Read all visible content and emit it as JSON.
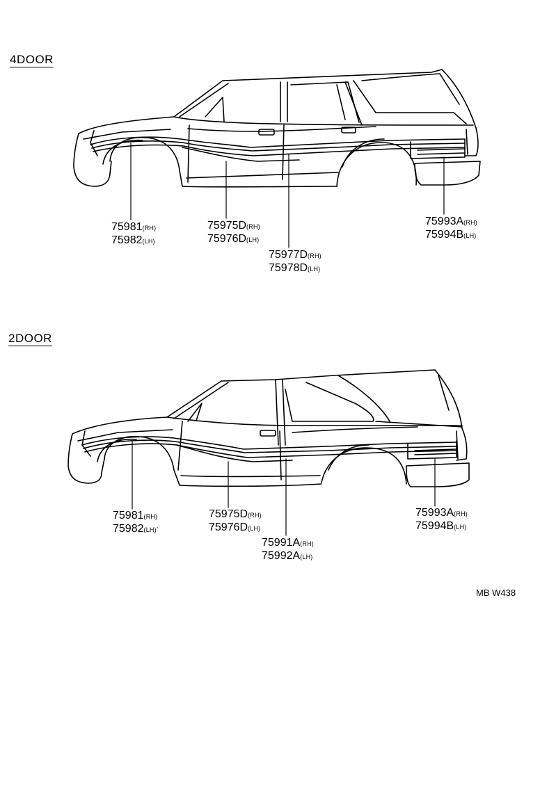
{
  "sections": {
    "four_door": {
      "title": "4DOOR",
      "callouts": [
        {
          "lines": [
            {
              "part": "75981",
              "side": "(RH)"
            },
            {
              "part": "75982",
              "side": "(LH)"
            }
          ]
        },
        {
          "lines": [
            {
              "part": "75975D",
              "side": "(RH)"
            },
            {
              "part": "75976D",
              "side": "(LH)"
            }
          ]
        },
        {
          "lines": [
            {
              "part": "75977D",
              "side": "(RH)"
            },
            {
              "part": "75978D",
              "side": "(LH)"
            }
          ]
        },
        {
          "lines": [
            {
              "part": "75993A",
              "side": "(RH)"
            },
            {
              "part": "75994B",
              "side": "(LH)"
            }
          ]
        }
      ]
    },
    "two_door": {
      "title": "2DOOR",
      "callouts": [
        {
          "lines": [
            {
              "part": "75981",
              "side": "(RH)"
            },
            {
              "part": "75982",
              "side": "(LH)`"
            }
          ]
        },
        {
          "lines": [
            {
              "part": "75975D",
              "side": "(RH)"
            },
            {
              "part": "75976D",
              "side": "(LH)"
            }
          ]
        },
        {
          "lines": [
            {
              "part": "75991A",
              "side": "(RH)"
            },
            {
              "part": "75992A",
              "side": "(LH)"
            }
          ]
        },
        {
          "lines": [
            {
              "part": "75993A",
              "side": "(RH)"
            },
            {
              "part": "75994B",
              "side": "(LH)"
            }
          ]
        }
      ]
    }
  },
  "reference_code": "MB W438"
}
